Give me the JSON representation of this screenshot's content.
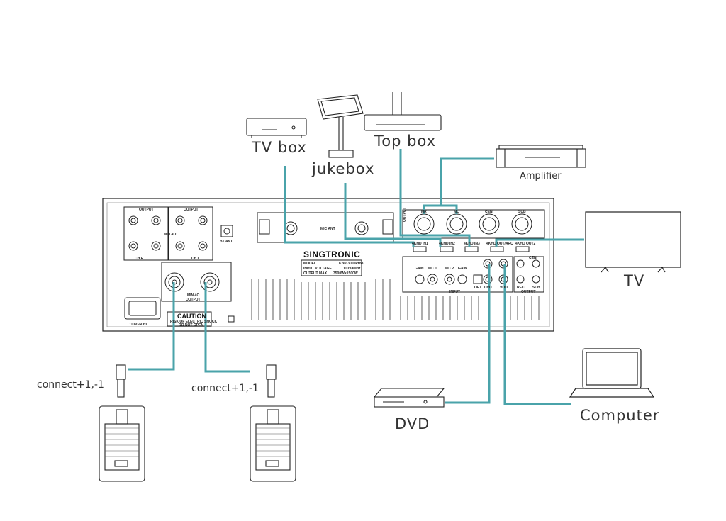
{
  "labels": {
    "tv_box": "TV box",
    "jukebox": "jukebox",
    "top_box": "Top box",
    "amplifier": "Amplifier",
    "tv": "TV",
    "dvd": "DVD",
    "computer": "Computer",
    "connect_left": "connect+1,-1",
    "connect_right": "connect+1,-1"
  },
  "panel": {
    "brand": "SINGTRONIC",
    "model_label": "MODEL",
    "model_value": "KBP-3000Pro8",
    "input_voltage_label": "INPUT VOLTAGE",
    "input_voltage_value": "110V/60Hz",
    "output_max_label": "OUTPUT MAX",
    "output_max_value": "3500W×1500W",
    "output_left": "OUTPUT",
    "output_right": "OUTPUT",
    "min_4ohm": "MIN 4Ω",
    "ch_r": "CH.R",
    "ch_l": "CH.L",
    "bt_ant": "BT ANT",
    "mic_ant": "MIC ANT",
    "caution": "CAUTION",
    "caution_sub1": "RISK OF ELECTRIC SHOCK",
    "caution_sub2": "DO NOT OPEN",
    "power_spec": "110V~60Hz",
    "speakon_caption": "MIN 4Ω",
    "speakon_output": "OUTPUT",
    "hdmi1": "4KHD IN1",
    "hdmi2": "4KHD IN2",
    "hdmi3": "4KHD IN3",
    "hdmi_out_arc": "4KHD OUT/ARC",
    "hdmi_out2": "4KHD OUT2",
    "xlr_mr": "MR",
    "xlr_ml": "ML",
    "xlr_cen": "CEN",
    "xlr_sub": "SUB",
    "xlr_output": "OUTPUT",
    "gain1": "GAIN",
    "mic1": "MIC 1",
    "mic2": "MIC 2",
    "gain2": "GAIN",
    "opt": "OPT",
    "dvd_jack": "DVD",
    "vod_jack": "VOD",
    "input_tag": "INPUT",
    "cen_rca": "CEN",
    "rec": "REC",
    "sub_rca": "SUB",
    "rca_output": "OUTPUT"
  },
  "colors": {
    "cable": "#4aa3aa",
    "line": "#222222"
  }
}
